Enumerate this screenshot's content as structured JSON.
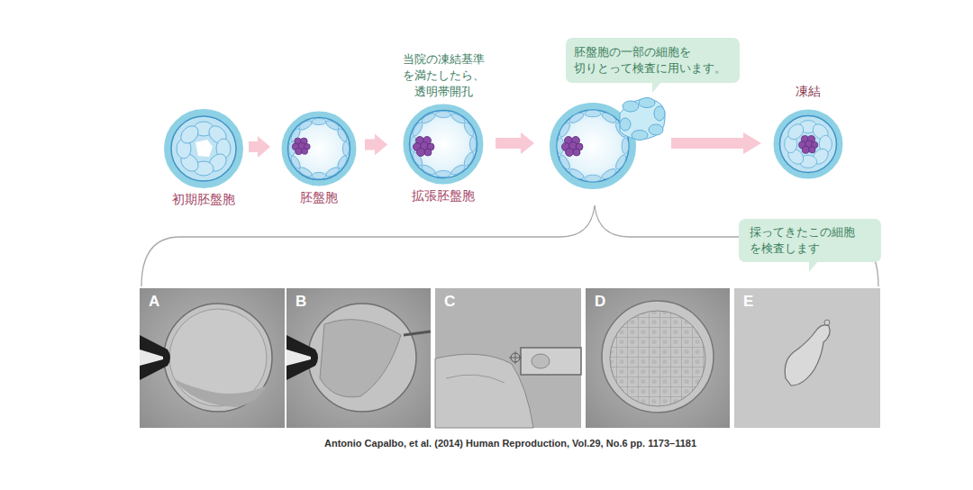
{
  "diagram": {
    "caption": "Antonio Capalbo, et al. (2014) Human Reproduction, Vol.29, No.6 pp. 1173–1181",
    "nodes": [
      {
        "text": [
          "初期胚盤胞"
        ]
      },
      {
        "text": [
          "胚盤胞"
        ]
      },
      {
        "text": [
          "拡張胚盤胞"
        ]
      },
      {
        "text": [
          "胚盤胞の一部の細胞を 切りとって検査に用います。"
        ]
      },
      {
        "text": [
          "凍結"
        ]
      },
      {
        "text": [
          "A"
        ]
      },
      {
        "text": [
          "B"
        ]
      },
      {
        "text": [
          "C"
        ]
      },
      {
        "text": [
          "D"
        ]
      },
      {
        "text": [
          "E"
        ]
      },
      {
        "text": [
          "採ってきたこの細胞 を検査します"
        ]
      }
    ],
    "edges": [
      {
        "from": 0,
        "to": 1,
        "arrow": "to"
      },
      {
        "from": 1,
        "to": 2,
        "arrow": "to"
      },
      {
        "from": 2,
        "to": 3,
        "arrow": "to"
      },
      {
        "from": 3,
        "to": 4,
        "arrow": "to"
      }
    ],
    "labels": [
      "当院の凍結基準 を満たしたら、 透明帯開孔"
    ]
  }
}
